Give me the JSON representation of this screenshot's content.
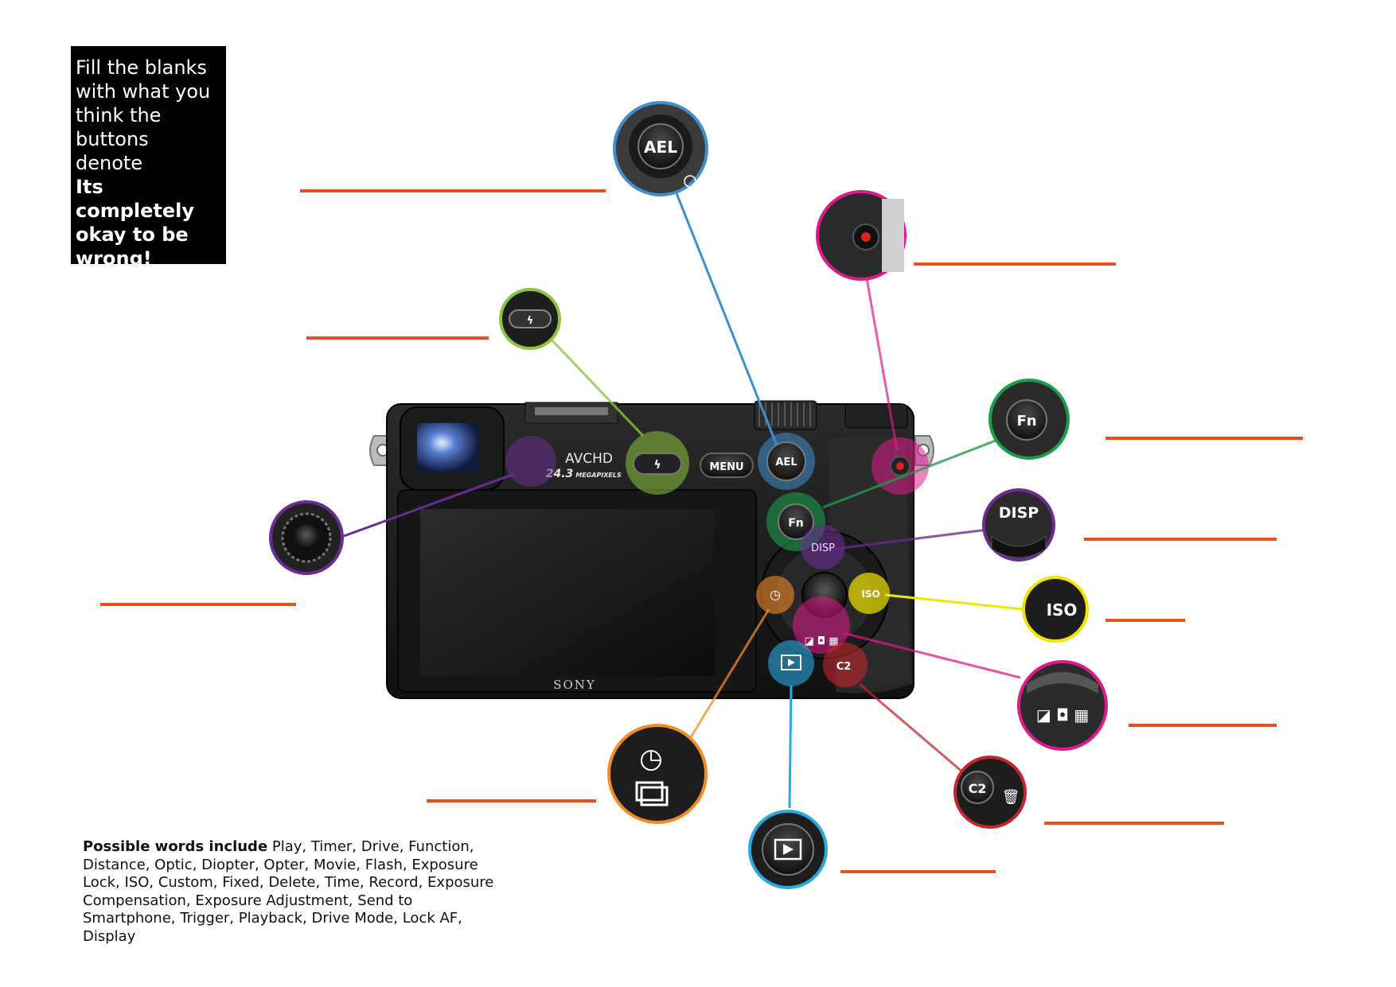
{
  "instructions": {
    "line1": "Fill the blanks",
    "line2": "with what you",
    "line3": "think the",
    "line4": "buttons",
    "line5": "denote",
    "bold1": "Its completely",
    "bold2": "okay to be",
    "bold3": "wrong!"
  },
  "possible_words": {
    "lead": "Possible words include",
    "list": " Play, Timer, Drive, Function, Distance, Optic, Diopter, Opter, Movie, Flash, Exposure Lock, ISO, Custom, Fixed, Delete, Time, Record, Exposure Compensation, Exposure Adjustment, Send to Smartphone, Trigger, Playback, Drive Mode, Lock AF, Display"
  },
  "camera": {
    "brand": "SONY",
    "format": "AVCHD",
    "megapixels": "24.3",
    "megapixels_unit": "MEGAPIXELS",
    "buttons": {
      "menu": "MENU",
      "ael": "AEL",
      "fn": "Fn",
      "disp": "DISP",
      "iso": "ISO",
      "c2": "C2"
    }
  },
  "callouts": [
    {
      "id": "ael",
      "label": "AEL",
      "color": "#3f8fcf"
    },
    {
      "id": "movie",
      "label": "",
      "color": "#e0198a"
    },
    {
      "id": "flash",
      "label": "",
      "color": "#8cc63f"
    },
    {
      "id": "fn",
      "label": "Fn",
      "color": "#1a9e4a"
    },
    {
      "id": "diopter",
      "label": "",
      "color": "#6a2c91"
    },
    {
      "id": "disp",
      "label": "DISP",
      "color": "#6a2c91"
    },
    {
      "id": "iso",
      "label": "ISO",
      "color": "#f2e600"
    },
    {
      "id": "exposure",
      "label": "",
      "color": "#e0198a"
    },
    {
      "id": "timer",
      "label": "",
      "color": "#f28c28"
    },
    {
      "id": "c2",
      "label": "C2",
      "color": "#c1272d"
    },
    {
      "id": "play",
      "label": "",
      "color": "#29a9e0"
    }
  ],
  "colors": {
    "answer_line": "#e8501e",
    "instruction_bg": "#000000",
    "camera_body": "#1a1a1a"
  }
}
